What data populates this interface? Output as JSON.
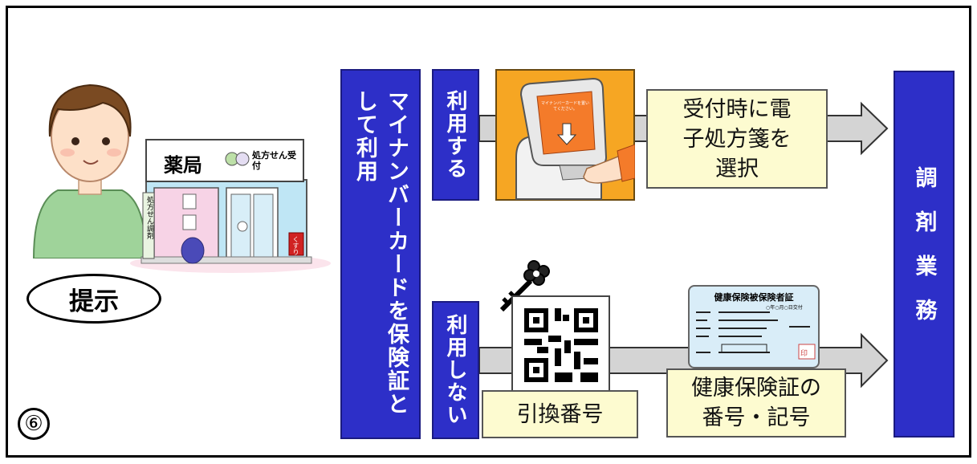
{
  "left": {
    "present_label": "提示",
    "pharmacy_sign": "薬局",
    "prescription_sign": "処方せん受付",
    "side_banner": "処方せん調剤",
    "kusuri_sign": "くすり"
  },
  "center": {
    "mynumber_label": "マイナンバーカードを保険証として利用"
  },
  "use_row": {
    "label": "利用する",
    "kiosk_screen_text": "マイナンバーカードを置いてください。",
    "note": "受付時に電子処方箋を選択"
  },
  "nouse_row": {
    "label": "利用しない",
    "exchange_label": "引換番号",
    "card_title": "健康保険被保険者証",
    "card_date": "○年○月○日交付",
    "card_stamp": "印",
    "note": "健康保険証の番号・記号"
  },
  "right": {
    "label": "調剤業務"
  },
  "step_number": "⑥",
  "colors": {
    "blue_box": "#2d2fc8",
    "yellow_note": "#fdfbd0",
    "arrow_fill": "#d4d4d4",
    "kiosk_bg": "#f6a623"
  }
}
